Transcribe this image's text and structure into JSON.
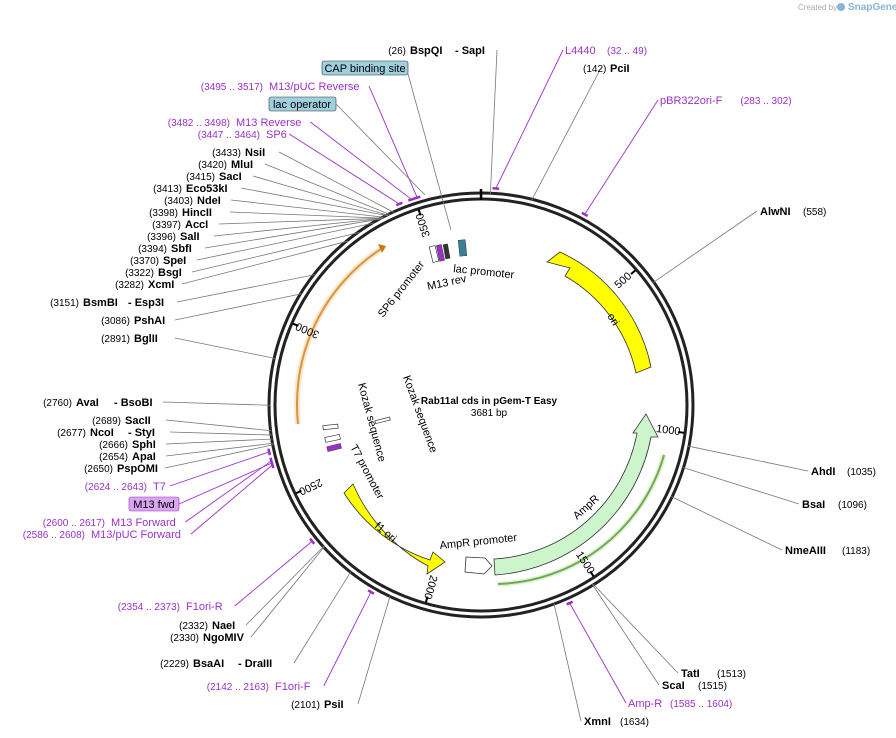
{
  "credit": {
    "prefix": "Created by",
    "brand": "SnapGene"
  },
  "plasmid": {
    "name": "Rab11al cds in pGem-T Easy",
    "length_label": "3681 bp",
    "length": 3681
  },
  "ticks": [
    {
      "pos": 500,
      "label": "500"
    },
    {
      "pos": 1000,
      "label": "1000"
    },
    {
      "pos": 1500,
      "label": "1500"
    },
    {
      "pos": 2000,
      "label": "2000"
    },
    {
      "pos": 2500,
      "label": "2500"
    },
    {
      "pos": 3000,
      "label": "3000"
    },
    {
      "pos": 3500,
      "label": "3500"
    }
  ],
  "sites": [
    {
      "name": "BspQI",
      "name2": "SapI",
      "pos": "(26)",
      "p": 26
    },
    {
      "name": "PciI",
      "pos": "(142)",
      "p": 142
    },
    {
      "name": "AlwNI",
      "pos": "(558)",
      "p": 558
    },
    {
      "name": "AhdI",
      "pos": "(1035)",
      "p": 1035
    },
    {
      "name": "BsaI",
      "pos": "(1096)",
      "p": 1096
    },
    {
      "name": "NmeAIII",
      "pos": "(1183)",
      "p": 1183
    },
    {
      "name": "TatI",
      "pos": "(1513)",
      "p": 1513
    },
    {
      "name": "ScaI",
      "pos": "(1515)",
      "p": 1515
    },
    {
      "name": "XmnI",
      "pos": "(1634)",
      "p": 1634
    },
    {
      "name": "PsiI",
      "pos": "(2101)",
      "p": 2101
    },
    {
      "name": "BsaAI",
      "name2": "DraIII",
      "pos": "(2229)",
      "p": 2229
    },
    {
      "name": "NgoMIV",
      "pos": "(2330)",
      "p": 2330
    },
    {
      "name": "NaeI",
      "pos": "(2332)",
      "p": 2332
    },
    {
      "name": "PspOMI",
      "pos": "(2650)",
      "p": 2650
    },
    {
      "name": "ApaI",
      "pos": "(2654)",
      "p": 2654
    },
    {
      "name": "SphI",
      "pos": "(2666)",
      "p": 2666
    },
    {
      "name": "NcoI",
      "name2": "StyI",
      "pos": "(2677)",
      "p": 2677
    },
    {
      "name": "SacII",
      "pos": "(2689)",
      "p": 2689
    },
    {
      "name": "AvaI",
      "name2": "BsoBI",
      "pos": "(2760)",
      "p": 2760
    },
    {
      "name": "BglII",
      "pos": "(2891)",
      "p": 2891
    },
    {
      "name": "PshAI",
      "pos": "(3086)",
      "p": 3086
    },
    {
      "name": "BsmBI",
      "name2": "Esp3I",
      "pos": "(3151)",
      "p": 3151
    },
    {
      "name": "XcmI",
      "pos": "(3282)",
      "p": 3282
    },
    {
      "name": "BsgI",
      "pos": "(3322)",
      "p": 3322
    },
    {
      "name": "SpeI",
      "pos": "(3370)",
      "p": 3370
    },
    {
      "name": "SbfI",
      "pos": "(3394)",
      "p": 3394
    },
    {
      "name": "SalI",
      "pos": "(3396)",
      "p": 3396
    },
    {
      "name": "AccI",
      "pos": "(3397)",
      "p": 3397
    },
    {
      "name": "HincII",
      "pos": "(3398)",
      "p": 3398
    },
    {
      "name": "NdeI",
      "pos": "(3403)",
      "p": 3403
    },
    {
      "name": "Eco53kI",
      "pos": "(3413)",
      "p": 3413
    },
    {
      "name": "SacI",
      "pos": "(3415)",
      "p": 3415
    },
    {
      "name": "MluI",
      "pos": "(3420)",
      "p": 3420
    },
    {
      "name": "NsiI",
      "pos": "(3433)",
      "p": 3433
    }
  ],
  "primers": [
    {
      "name": "L4440",
      "range": "(32 .. 49)",
      "p": 40
    },
    {
      "name": "pBR322ori-F",
      "range": "(283 .. 302)",
      "p": 292
    },
    {
      "name": "Amp-R",
      "range": "(1585 .. 1604)",
      "p": 1594
    },
    {
      "name": "F1ori-F",
      "range": "(2142 .. 2163)",
      "p": 2152
    },
    {
      "name": "F1ori-R",
      "range": "(2354 .. 2373)",
      "p": 2363
    },
    {
      "name": "M13/pUC Forward",
      "range": "(2586 .. 2608)",
      "p": 2597
    },
    {
      "name": "M13 Forward",
      "range": "(2600 .. 2617)",
      "p": 2608
    },
    {
      "name": "T7",
      "range": "(2624 .. 2643)",
      "p": 2633
    },
    {
      "name": "SP6",
      "range": "(3447 .. 3464)",
      "p": 3455
    },
    {
      "name": "M13 Reverse",
      "range": "(3482 .. 3498)",
      "p": 3490
    },
    {
      "name": "M13/pUC Reverse",
      "range": "(3495 .. 3517)",
      "p": 3506
    }
  ],
  "boxed": [
    {
      "name": "CAP binding site",
      "style": "blue"
    },
    {
      "name": "lac operator",
      "style": "blue"
    },
    {
      "name": "M13 fwd",
      "style": "purple"
    }
  ],
  "features": {
    "ori": "ori",
    "AmpR": "AmpR",
    "AmpR_promoter": "AmpR promoter",
    "f1_ori": "f1 ori",
    "lac_promoter": "lac promoter",
    "M13_rev": "M13 rev",
    "SP6_promoter": "SP6 promoter",
    "T7_promoter": "T7 promoter",
    "Kozak_1": "Kozak sequence",
    "Kozak_2": "Kozak sequence"
  },
  "colors": {
    "ori": "#ffff00",
    "AmpR": "#ccf5cc",
    "f1_ori": "#ffff00",
    "primer": "#9b30c9",
    "backbone": "#222222",
    "cap_box": "#9fd0e0",
    "m13fwd_box": "#d9a6f0",
    "orf_green": "#3b7a1a",
    "orf_orange": "#c27a1a"
  }
}
